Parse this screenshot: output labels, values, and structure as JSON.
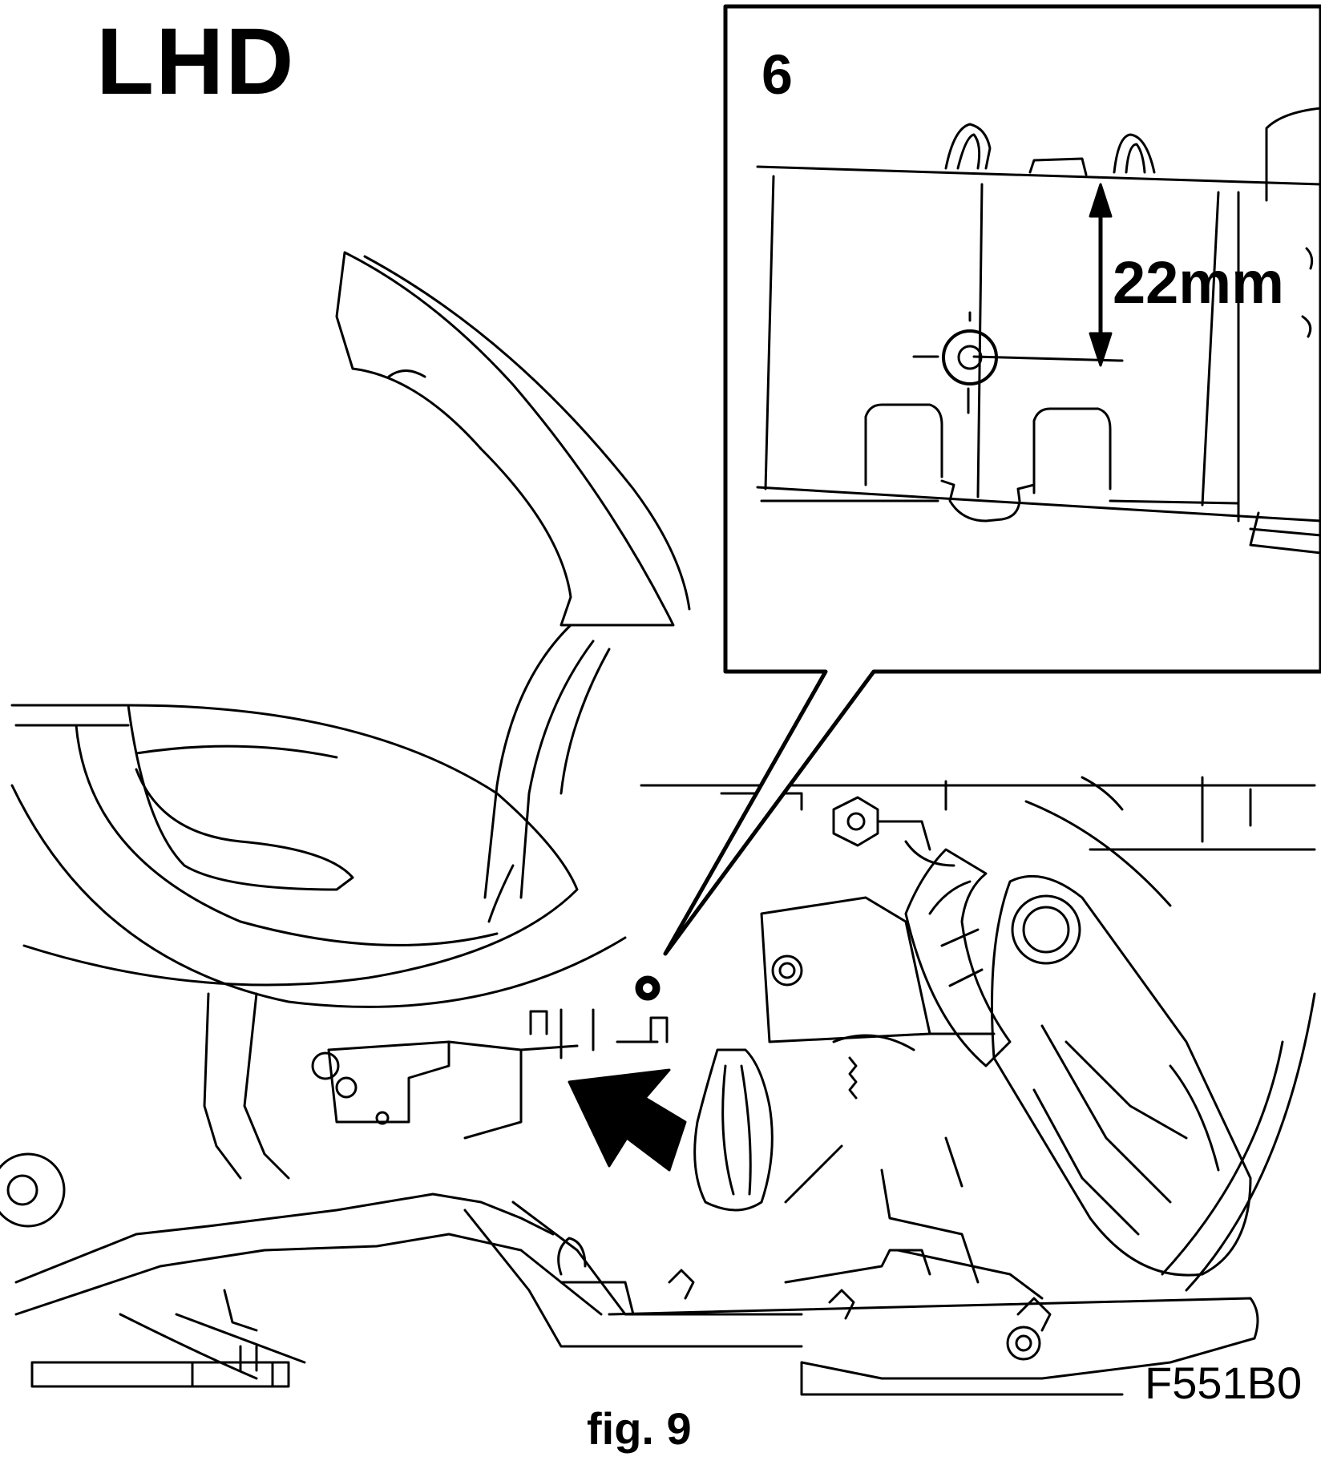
{
  "labels": {
    "drive_side": "LHD",
    "step_number": "6",
    "dimension": "22mm",
    "drawing_code": "F551B0",
    "figure_caption": "fig. 9"
  },
  "colors": {
    "line": "#000000",
    "background": "#ffffff"
  }
}
